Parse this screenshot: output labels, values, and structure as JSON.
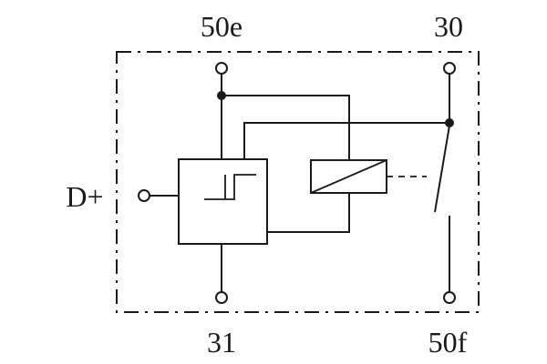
{
  "diagram": {
    "kind": "relay-circuit-schematic",
    "labels": {
      "top_left": "50e",
      "top_right": "30",
      "left": "D+",
      "bottom_left": "31",
      "bottom_right": "50f"
    },
    "components": {
      "block_left": "hysteresis-schmitt-trigger-block",
      "block_right": "relay-coil",
      "switch": "normally-open-switch-contact",
      "border": "dash-dot-boundary-box"
    },
    "colors": {
      "line": "#1a1a1a",
      "background": "#ffffff"
    }
  }
}
